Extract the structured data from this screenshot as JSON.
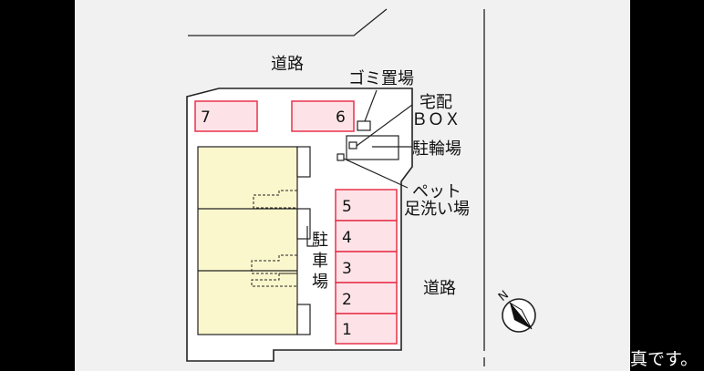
{
  "colors": {
    "background": "#000000",
    "paper": "#f1f1f1",
    "lot": "#ffffff",
    "parking_fill": "#fde3e8",
    "parking_stroke": "#e8334a",
    "building_fill": "#fbf7cc",
    "line": "#222222"
  },
  "labels": {
    "road_top": "道路",
    "road_right": "道路",
    "garbage": "ゴミ置場",
    "delivery_1": "宅配",
    "delivery_2": "ＢＯＸ",
    "bicycle": "駐輪場",
    "pet_1": "ペット",
    "pet_2": "足洗い場",
    "parking_1": "駐",
    "parking_2": "車",
    "parking_3": "場"
  },
  "parking_spaces": [
    "7",
    "6",
    "5",
    "4",
    "3",
    "2",
    "1"
  ],
  "compass": {
    "symbol": "N",
    "icon": "north-arrow-icon"
  },
  "caption": "真です。"
}
